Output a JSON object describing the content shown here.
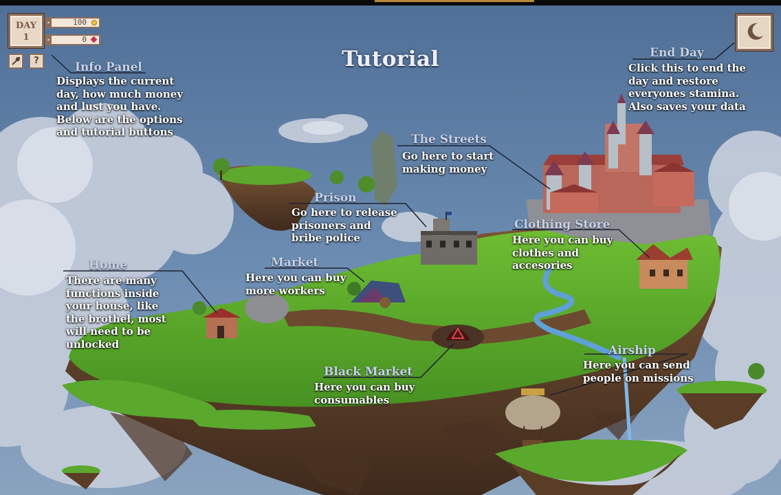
{
  "hud": {
    "day_label": "DAY",
    "day_number": "1",
    "money": "100",
    "lust": "0",
    "options_icon": "wrench-icon",
    "help_label": "?",
    "end_day_icon": "moon-icon"
  },
  "title": "Tutorial",
  "callouts": {
    "info_panel": {
      "title": "Info Panel",
      "lines": [
        "Displays the current",
        "day, how much money",
        "and lust you have.",
        "Below are the options",
        "and tutorial buttons"
      ]
    },
    "end_day": {
      "title": "End Day",
      "lines": [
        "Click this to end the",
        "day and restore",
        "everyones stamina.",
        "Also saves your data"
      ]
    },
    "streets": {
      "title": "The Streets",
      "lines": [
        "Go here to start",
        "making money"
      ]
    },
    "prison": {
      "title": "Prison",
      "lines": [
        "Go here to release",
        "prisoners and",
        "bribe police"
      ]
    },
    "clothing_store": {
      "title": "Clothing Store",
      "lines": [
        "Here you can buy",
        "clothes and",
        "accesories"
      ]
    },
    "market": {
      "title": "Market",
      "lines": [
        "Here you can buy",
        "more workers"
      ]
    },
    "home": {
      "title": "Home",
      "lines": [
        "There are many",
        "functions inside",
        "your house, like",
        "the brothel, most",
        "will need to be",
        "unlocked"
      ]
    },
    "black_market": {
      "title": "Black Market",
      "lines": [
        "Here you can buy",
        "consumables"
      ]
    },
    "airship": {
      "title": "Airship",
      "lines": [
        "Here you can send",
        "people on missions"
      ]
    }
  },
  "colors": {
    "sky": "#5d7ea3",
    "grass": "#5aa82c",
    "cliff": "#6b4a2f",
    "ui_frame": "#8c6d5a",
    "ui_fill": "#e9d8c6"
  }
}
